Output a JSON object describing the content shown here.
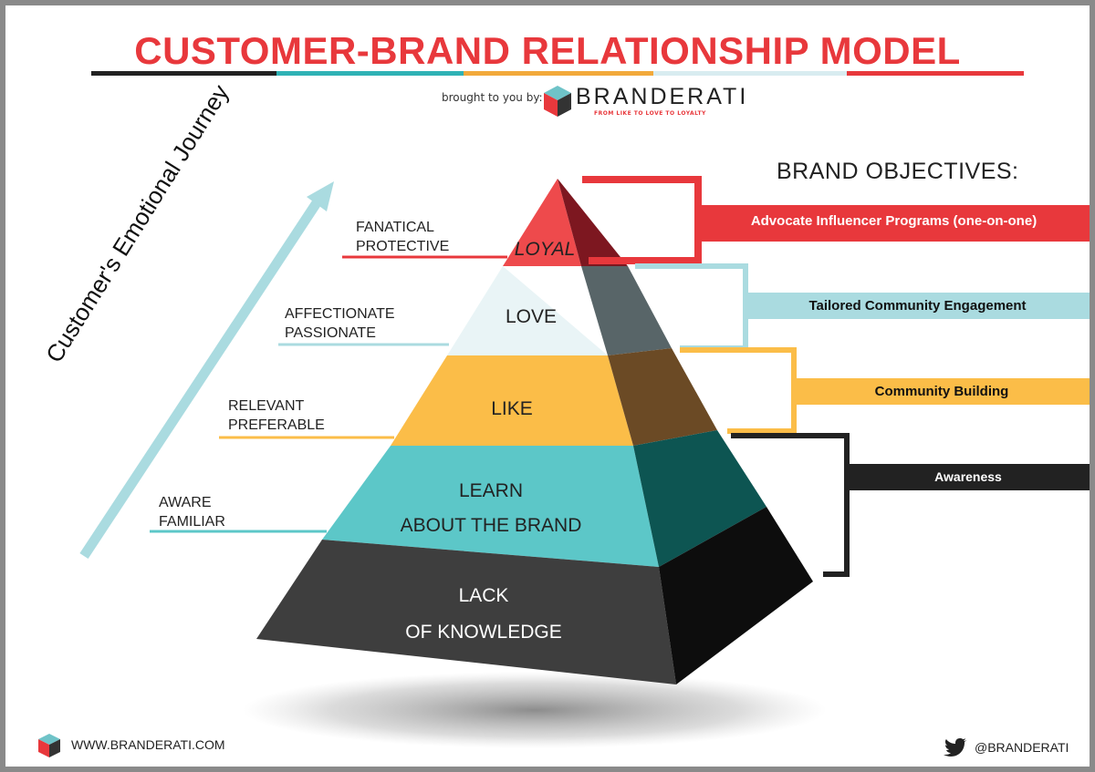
{
  "title": "CUSTOMER-BRAND RELATIONSHIP MODEL",
  "brought_by": "brought to you by:",
  "brand": {
    "name": "BRANDERATI",
    "tagline": "FROM LIKE TO LOVE TO LOYALTY"
  },
  "objectives_title": "BRAND OBJECTIVES:",
  "journey_label": "Customer's Emotional Journey",
  "levels": [
    {
      "label": "LOYAL",
      "color": "#ee4a4c"
    },
    {
      "label": "LOVE",
      "color": "#e9f4f6"
    },
    {
      "label": "LIKE",
      "color": "#fbbd48"
    },
    {
      "line1": "LEARN",
      "line2": "ABOUT THE BRAND",
      "color": "#5cc7c8"
    },
    {
      "line1": "LACK",
      "line2": "OF KNOWLEDGE",
      "color": "#3e3e3e"
    }
  ],
  "emotions": [
    {
      "line1": "FANATICAL",
      "line2": "PROTECTIVE"
    },
    {
      "line1": "AFFECTIONATE",
      "line2": "PASSIONATE"
    },
    {
      "line1": "RELEVANT",
      "line2": "PREFERABLE"
    },
    {
      "line1": "AWARE",
      "line2": "FAMILIAR"
    }
  ],
  "objectives": [
    {
      "label": "Advocate Influencer Programs  (one-on-one)",
      "color": "#e8383c"
    },
    {
      "label": "Tailored Community Engagement",
      "color": "#aadbe0"
    },
    {
      "label": "Community Building",
      "color": "#fbbd48"
    },
    {
      "label": "Awareness",
      "color": "#222222"
    }
  ],
  "footer": {
    "website": "WWW.BRANDERATI.COM",
    "handle": "@BRANDERATI"
  },
  "icons": [
    "branderati-cube-icon",
    "twitter-bird-icon",
    "journey-arrow-icon"
  ]
}
